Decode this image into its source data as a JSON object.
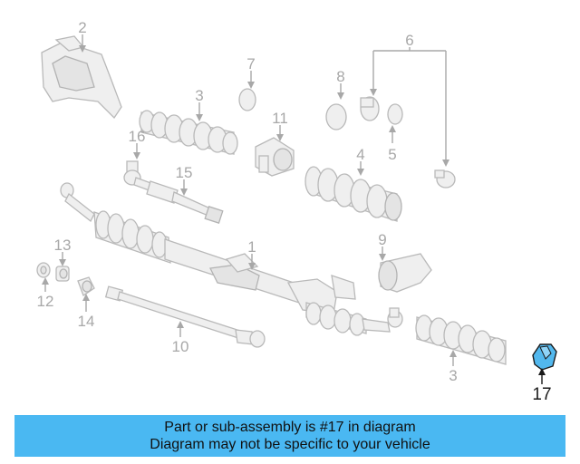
{
  "diagram": {
    "callouts": [
      {
        "key": "c1",
        "label": "1"
      },
      {
        "key": "c2",
        "label": "2"
      },
      {
        "key": "c3a",
        "label": "3"
      },
      {
        "key": "c3b",
        "label": "3"
      },
      {
        "key": "c4",
        "label": "4"
      },
      {
        "key": "c5",
        "label": "5"
      },
      {
        "key": "c6",
        "label": "6"
      },
      {
        "key": "c7",
        "label": "7"
      },
      {
        "key": "c8",
        "label": "8"
      },
      {
        "key": "c9",
        "label": "9"
      },
      {
        "key": "c10",
        "label": "10"
      },
      {
        "key": "c11",
        "label": "11"
      },
      {
        "key": "c12",
        "label": "12"
      },
      {
        "key": "c13",
        "label": "13"
      },
      {
        "key": "c14",
        "label": "14"
      },
      {
        "key": "c15",
        "label": "15"
      },
      {
        "key": "c16",
        "label": "16"
      }
    ],
    "highlighted": {
      "label": "17",
      "color": "#52b8ee"
    }
  },
  "banner": {
    "line1": "Part or sub-assembly is #17 in diagram",
    "line2": "Diagram may not be specific to your vehicle",
    "color": "#4ab8f2"
  }
}
